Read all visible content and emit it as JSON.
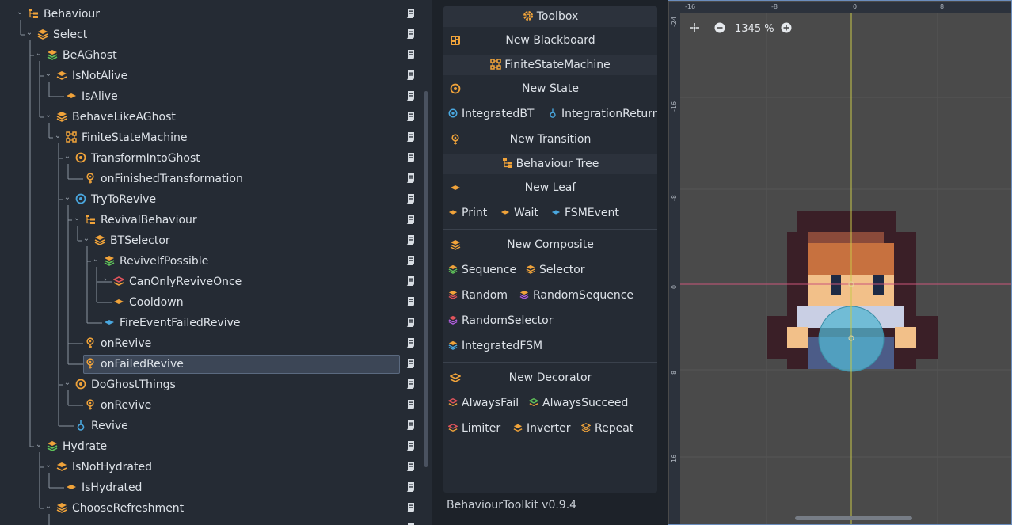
{
  "tree": {
    "nodes": [
      {
        "label": "Behaviour",
        "icon": "behaviour-tree-icon",
        "depth": 0
      },
      {
        "label": "Select",
        "icon": "selector-icon",
        "depth": 1
      },
      {
        "label": "BeAGhost",
        "icon": "sequence-icon",
        "depth": 2
      },
      {
        "label": "IsNotAlive",
        "icon": "inverter-icon",
        "depth": 3
      },
      {
        "label": "IsAlive",
        "icon": "leaf-icon",
        "depth": 4
      },
      {
        "label": "BehaveLikeAGhost",
        "icon": "selector-icon",
        "depth": 3
      },
      {
        "label": "FiniteStateMachine",
        "icon": "fsm-icon",
        "depth": 4
      },
      {
        "label": "TransformIntoGhost",
        "icon": "state-icon",
        "depth": 5
      },
      {
        "label": "onFinishedTransformation",
        "icon": "transition-icon",
        "depth": 6
      },
      {
        "label": "TryToRevive",
        "icon": "integrated-bt-icon",
        "depth": 5
      },
      {
        "label": "RevivalBehaviour",
        "icon": "behaviour-tree-icon",
        "depth": 6
      },
      {
        "label": "BTSelector",
        "icon": "selector-icon",
        "depth": 7
      },
      {
        "label": "ReviveIfPossible",
        "icon": "sequence-icon",
        "depth": 8
      },
      {
        "label": "CanOnlyReviveOnce",
        "icon": "limiter-icon",
        "depth": 9
      },
      {
        "label": "Cooldown",
        "icon": "leaf-icon",
        "depth": 9
      },
      {
        "label": "FireEventFailedRevive",
        "icon": "fsm-event-icon",
        "depth": 8
      },
      {
        "label": "onRevive",
        "icon": "transition-icon",
        "depth": 6
      },
      {
        "label": "onFailedRevive",
        "icon": "transition-icon",
        "depth": 6,
        "selected": true
      },
      {
        "label": "DoGhostThings",
        "icon": "state-icon",
        "depth": 5
      },
      {
        "label": "onRevive",
        "icon": "transition-icon",
        "depth": 6
      },
      {
        "label": "Revive",
        "icon": "integration-return-icon",
        "depth": 5
      },
      {
        "label": "Hydrate",
        "icon": "sequence-icon",
        "depth": 2
      },
      {
        "label": "IsNotHydrated",
        "icon": "inverter-icon",
        "depth": 3
      },
      {
        "label": "IsHydrated",
        "icon": "leaf-icon",
        "depth": 4
      },
      {
        "label": "ChooseRefreshment",
        "icon": "selector-icon",
        "depth": 3
      },
      {
        "label": "",
        "icon": "leaf-icon",
        "depth": 4
      }
    ]
  },
  "toolbox": {
    "title": "Toolbox",
    "new_blackboard": "New Blackboard",
    "fsm_section": "FiniteStateMachine",
    "new_state": "New State",
    "integrated_bt": "IntegratedBT",
    "integration_return": "IntegrationReturn",
    "new_transition": "New Transition",
    "bt_section": "Behaviour Tree",
    "new_leaf": "New Leaf",
    "print": "Print",
    "wait": "Wait",
    "fsm_event": "FSMEvent",
    "new_composite": "New Composite",
    "sequence": "Sequence",
    "selector": "Selector",
    "random": "Random",
    "random_sequence": "RandomSequence",
    "random_selector": "RandomSelector",
    "integrated_fsm": "IntegratedFSM",
    "new_decorator": "New Decorator",
    "always_fail": "AlwaysFail",
    "always_succeed": "AlwaysSucceed",
    "limiter": "Limiter",
    "inverter": "Inverter",
    "repeat": "Repeat",
    "version": "BehaviourToolkit v0.9.4"
  },
  "viewport": {
    "zoom": "1345 %",
    "ruler_top": [
      "-16",
      "-8",
      "0",
      "8"
    ],
    "ruler_left": [
      "-24",
      "-16",
      "-8",
      "0",
      "8",
      "16"
    ]
  },
  "colors": {
    "accent_orange": "#f0a33a",
    "accent_blue": "#4aa8e0",
    "green": "#5fc25a",
    "red": "#e2545c",
    "purple": "#b35fe0",
    "panel_bg": "#252b34"
  }
}
